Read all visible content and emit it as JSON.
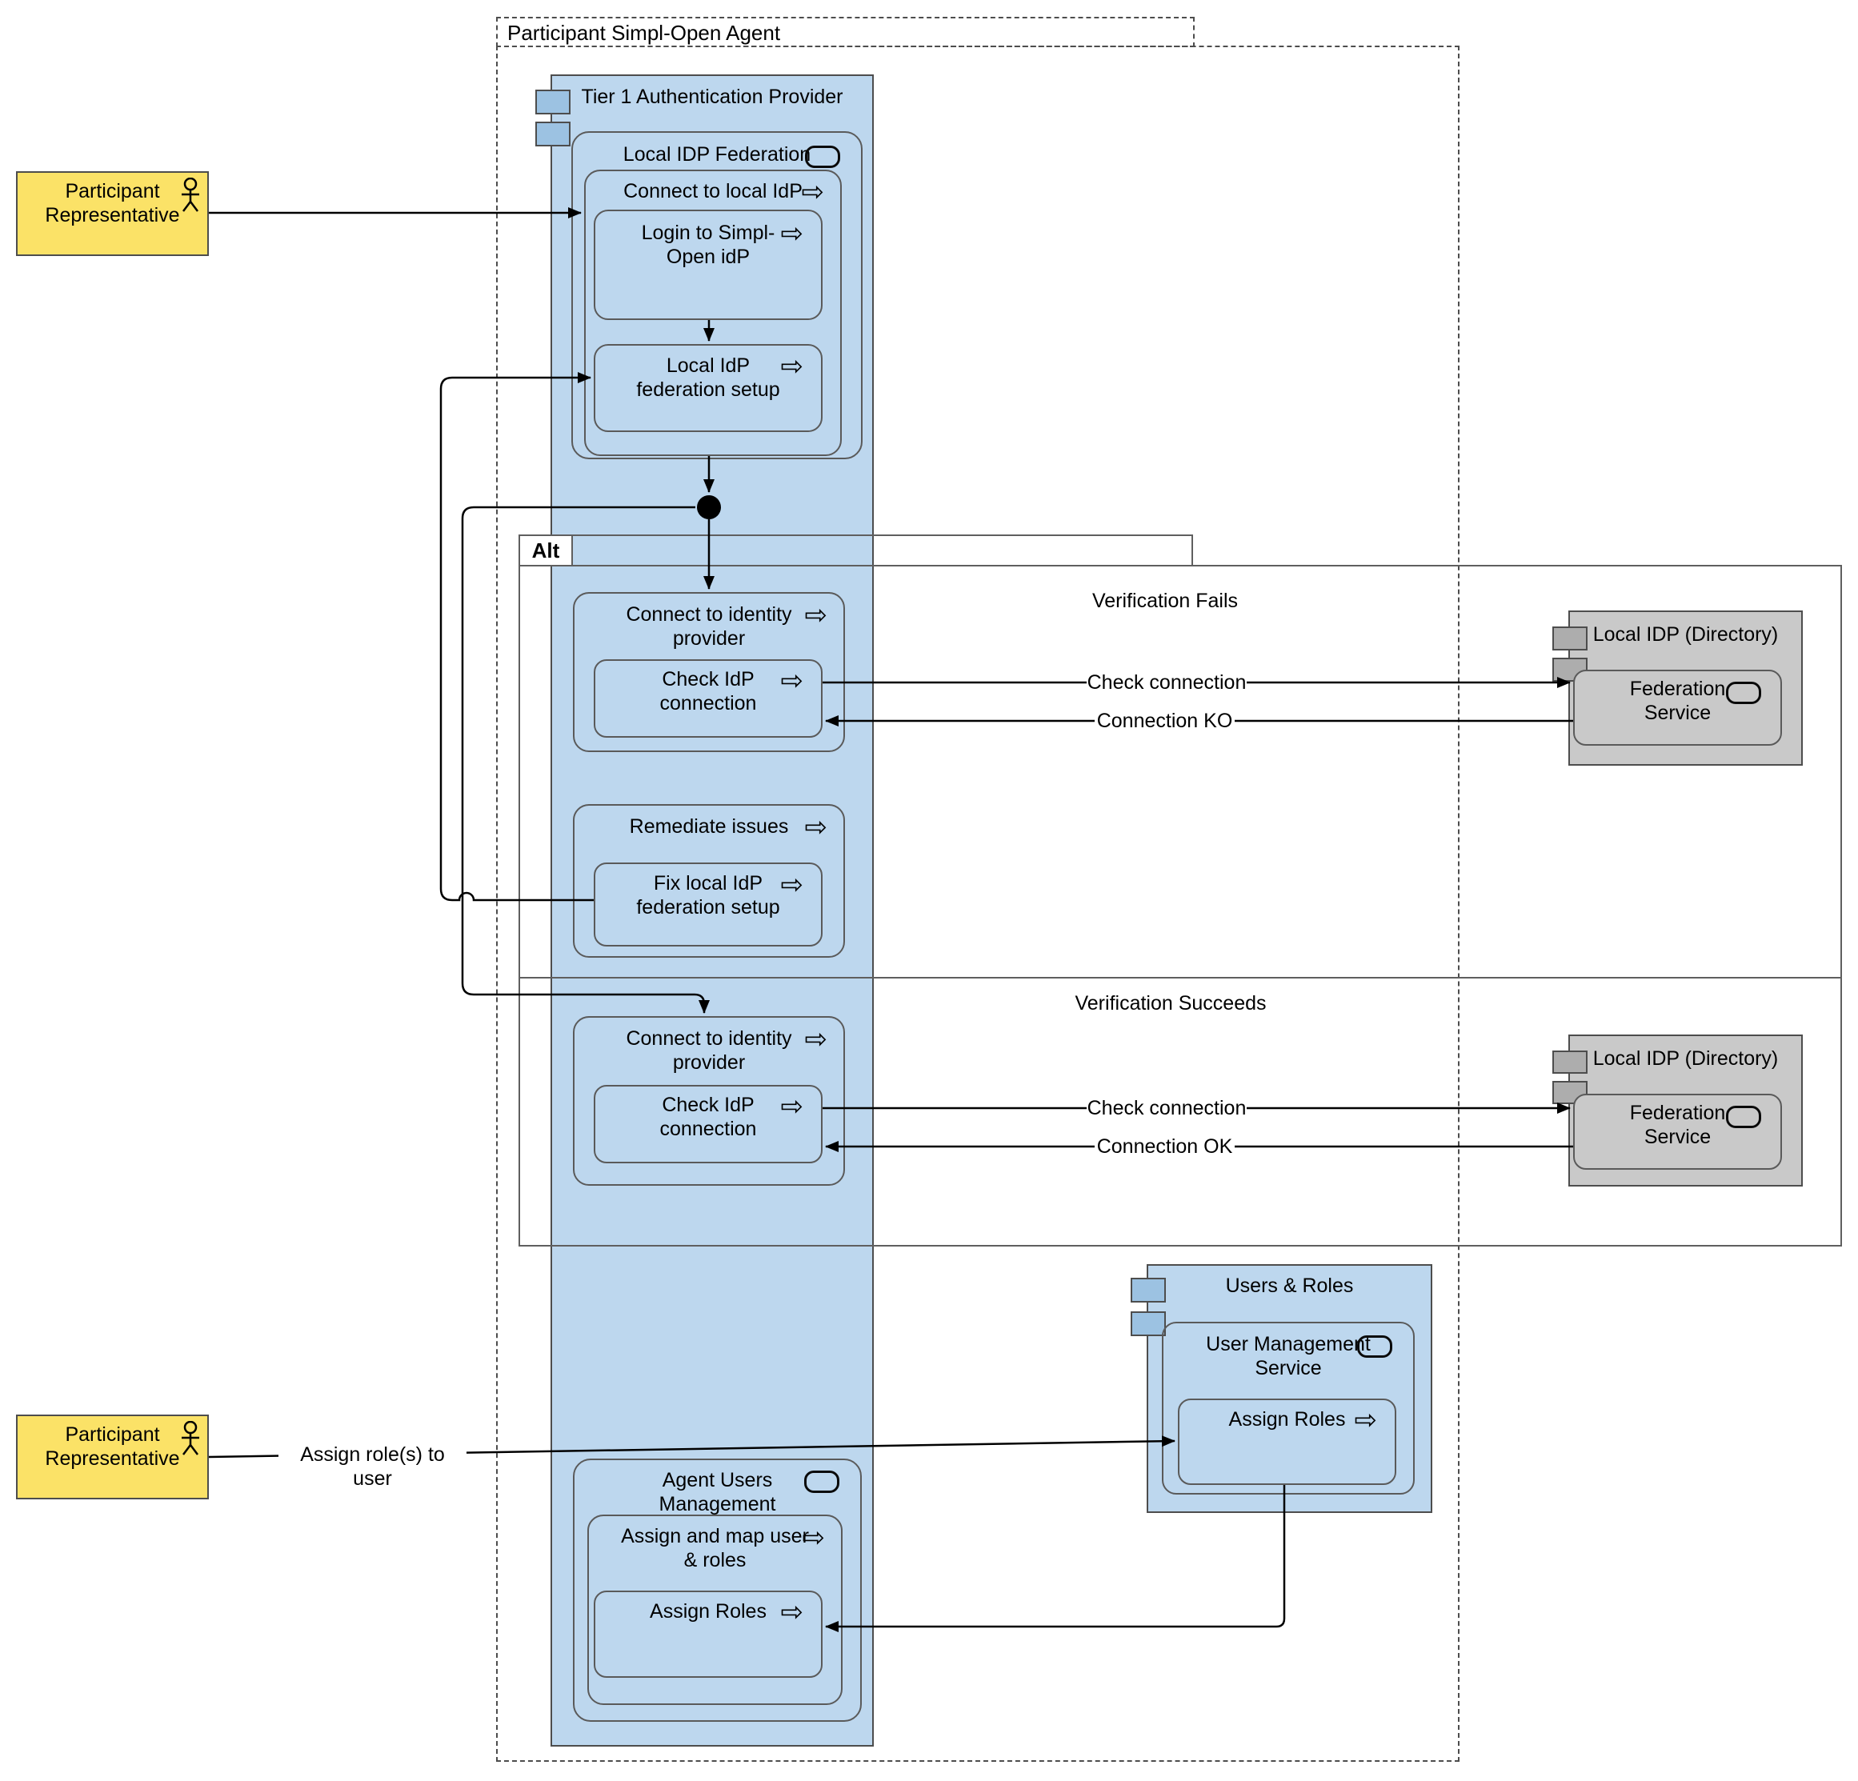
{
  "diagram": {
    "frame_title": "Participant Simpl-Open Agent",
    "alt_label": "Alt",
    "sections": {
      "fails": "Verification Fails",
      "succeeds": "Verification Succeeds"
    }
  },
  "actors": {
    "pr1": {
      "line1": "Participant",
      "line2": "Representative"
    },
    "pr2": {
      "line1": "Participant",
      "line2": "Representative"
    }
  },
  "tier1": {
    "title": "Tier 1 Authentication Provider",
    "local_idp_federation": {
      "title": "Local IDP Federation",
      "connect_local": {
        "title": "Connect to local IdP",
        "login": {
          "line1": "Login to Simpl-",
          "line2": "Open idP"
        },
        "setup": {
          "line1": "Local IdP",
          "line2": "federation setup"
        }
      }
    },
    "connect_identity_1": {
      "line1": "Connect to identity",
      "line2": "provider",
      "check": {
        "line1": "Check IdP",
        "line2": "connection"
      }
    },
    "remediate": {
      "title": "Remediate issues",
      "fix": {
        "line1": "Fix local IdP",
        "line2": "federation setup"
      }
    },
    "connect_identity_2": {
      "line1": "Connect to identity",
      "line2": "provider",
      "check": {
        "line1": "Check IdP",
        "line2": "connection"
      }
    },
    "agent_users_mgmt": {
      "line1": "Agent Users",
      "line2": "Management",
      "assign_map": {
        "line1": "Assign and map user",
        "line2": "& roles",
        "assign_roles": "Assign Roles"
      }
    }
  },
  "directory1": {
    "title": "Local IDP (Directory)",
    "service": {
      "line1": "Federation",
      "line2": "Service"
    }
  },
  "directory2": {
    "title": "Local IDP (Directory)",
    "service": {
      "line1": "Federation",
      "line2": "Service"
    }
  },
  "users_roles": {
    "title": "Users & Roles",
    "ums": {
      "line1": "User Management",
      "line2": "Service",
      "assign_roles": "Assign Roles"
    }
  },
  "messages": {
    "check_connection_1": "Check connection",
    "connection_ko": "Connection KO",
    "check_connection_2": "Check connection",
    "connection_ok": "Connection OK",
    "assign_roles_to_user": "Assign role(s) to user"
  },
  "colors": {
    "blue_fill": "#bdd7ee",
    "blue_accent": "#9cc2e2",
    "gray_fill": "#c9c9c9",
    "gray_accent": "#adadad",
    "yellow_fill": "#fbe267",
    "border_dark": "#4d4d4d",
    "frame_gray": "#5f5f5f",
    "line_black": "#000000"
  }
}
